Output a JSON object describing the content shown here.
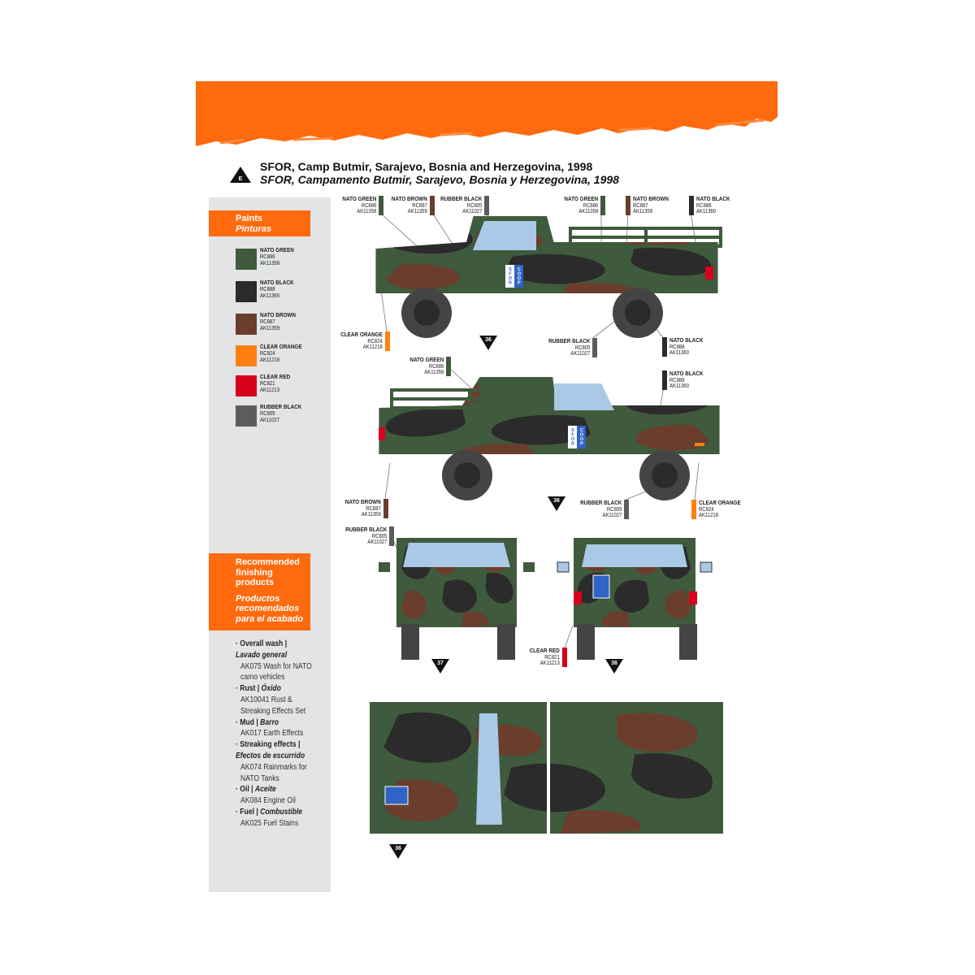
{
  "colors": {
    "accent": "#ff6a0e",
    "nato_green": "#3f5a3c",
    "nato_black": "#2b2b2b",
    "nato_brown": "#6b3d2c",
    "clear_orange": "#ff7f11",
    "clear_red": "#d9001b",
    "rubber_black": "#5c5c5c"
  },
  "header": {
    "marker_letter": "E",
    "title_en": "SFOR, Camp Butmir, Sarajevo, Bosnia and Herzegovina, 1998",
    "title_es": "SFOR, Campamento Butmir, Sarajevo, Bosnia y Herzegovina, 1998"
  },
  "paints": {
    "heading_en": "Paints",
    "heading_es": "Pinturas",
    "items": [
      {
        "name": "NATO GREEN",
        "rc": "RC886",
        "ak": "AK11358",
        "color": "#3f5a3c"
      },
      {
        "name": "NATO BLACK",
        "rc": "RC888",
        "ak": "AK11360",
        "color": "#2b2b2b"
      },
      {
        "name": "NATO BROWN",
        "rc": "RC887",
        "ak": "AK11359",
        "color": "#6b3d2c"
      },
      {
        "name": "CLEAR ORANGE",
        "rc": "RC824",
        "ak": "AK11218",
        "color": "#ff7f11"
      },
      {
        "name": "CLEAR RED",
        "rc": "RC821",
        "ak": "AK11213",
        "color": "#d9001b"
      },
      {
        "name": "RUBBER BLACK",
        "rc": "RC805",
        "ak": "AK11027",
        "color": "#5c5c5c"
      }
    ]
  },
  "finishing": {
    "heading_en": "Recommended finishing products",
    "heading_es": "Productos recomendados para el acabado",
    "items": [
      {
        "en": "· Overall wash |",
        "es": "Lavado general",
        "product": "AK075 Wash for NATO camo vehicles"
      },
      {
        "en": "· Rust |",
        "es": "Óxido",
        "product": "AK10041 Rust & Streaking Effects Set"
      },
      {
        "en": "· Mud |",
        "es": "Barro",
        "product": "AK017 Earth Effects"
      },
      {
        "en": "· Streaking effects |",
        "es": "Efectos de escurrido",
        "product": "AK074 Rainmarks for NATO Tanks"
      },
      {
        "en": "· Oil |",
        "es": "Aceite",
        "product": "AK084 Engine Oil"
      },
      {
        "en": "· Fuel |",
        "es": "Combustible",
        "product": "AK025 Fuel Stains"
      }
    ]
  },
  "callouts": [
    {
      "name": "NATO GREEN",
      "rc": "RC886",
      "ak": "AK11358",
      "color": "#3f5a3c"
    },
    {
      "name": "NATO BROWN",
      "rc": "RC887",
      "ak": "AK11359",
      "color": "#6b3d2c"
    },
    {
      "name": "RUBBER BLACK",
      "rc": "RC805",
      "ak": "AK11027",
      "color": "#5c5c5c"
    },
    {
      "name": "NATO GREEN",
      "rc": "RC886",
      "ak": "AK11358",
      "color": "#3f5a3c"
    },
    {
      "name": "NATO BROWN",
      "rc": "RC887",
      "ak": "AK11359",
      "color": "#6b3d2c"
    },
    {
      "name": "NATO BLACK",
      "rc": "RC888",
      "ak": "AK11360",
      "color": "#2b2b2b"
    },
    {
      "name": "CLEAR ORANGE",
      "rc": "RC824",
      "ak": "AK11218",
      "color": "#ff7f11"
    },
    {
      "name": "RUBBER BLACK",
      "rc": "RC805",
      "ak": "AK11027",
      "color": "#5c5c5c"
    },
    {
      "name": "NATO BLACK",
      "rc": "RC888",
      "ak": "AK11360",
      "color": "#2b2b2b"
    },
    {
      "name": "NATO GREEN",
      "rc": "RC886",
      "ak": "AK11358",
      "color": "#3f5a3c"
    },
    {
      "name": "NATO BLACK",
      "rc": "RC888",
      "ak": "AK11360",
      "color": "#2b2b2b"
    },
    {
      "name": "NATO BROWN",
      "rc": "RC887",
      "ak": "AK11359",
      "color": "#6b3d2c"
    },
    {
      "name": "RUBBER BLACK",
      "rc": "RC805",
      "ak": "AK11027",
      "color": "#5c5c5c"
    },
    {
      "name": "CLEAR ORANGE",
      "rc": "RC824",
      "ak": "AK11218",
      "color": "#ff7f11"
    },
    {
      "name": "RUBBER BLACK",
      "rc": "RC805",
      "ak": "AK11027",
      "color": "#5c5c5c"
    },
    {
      "name": "CLEAR RED",
      "rc": "RC821",
      "ak": "AK11213",
      "color": "#d9001b"
    }
  ],
  "decal_markers": [
    "36",
    "36",
    "37",
    "36",
    "36"
  ],
  "decal": {
    "sfor": "SFOR",
    "coop": "COOP"
  }
}
